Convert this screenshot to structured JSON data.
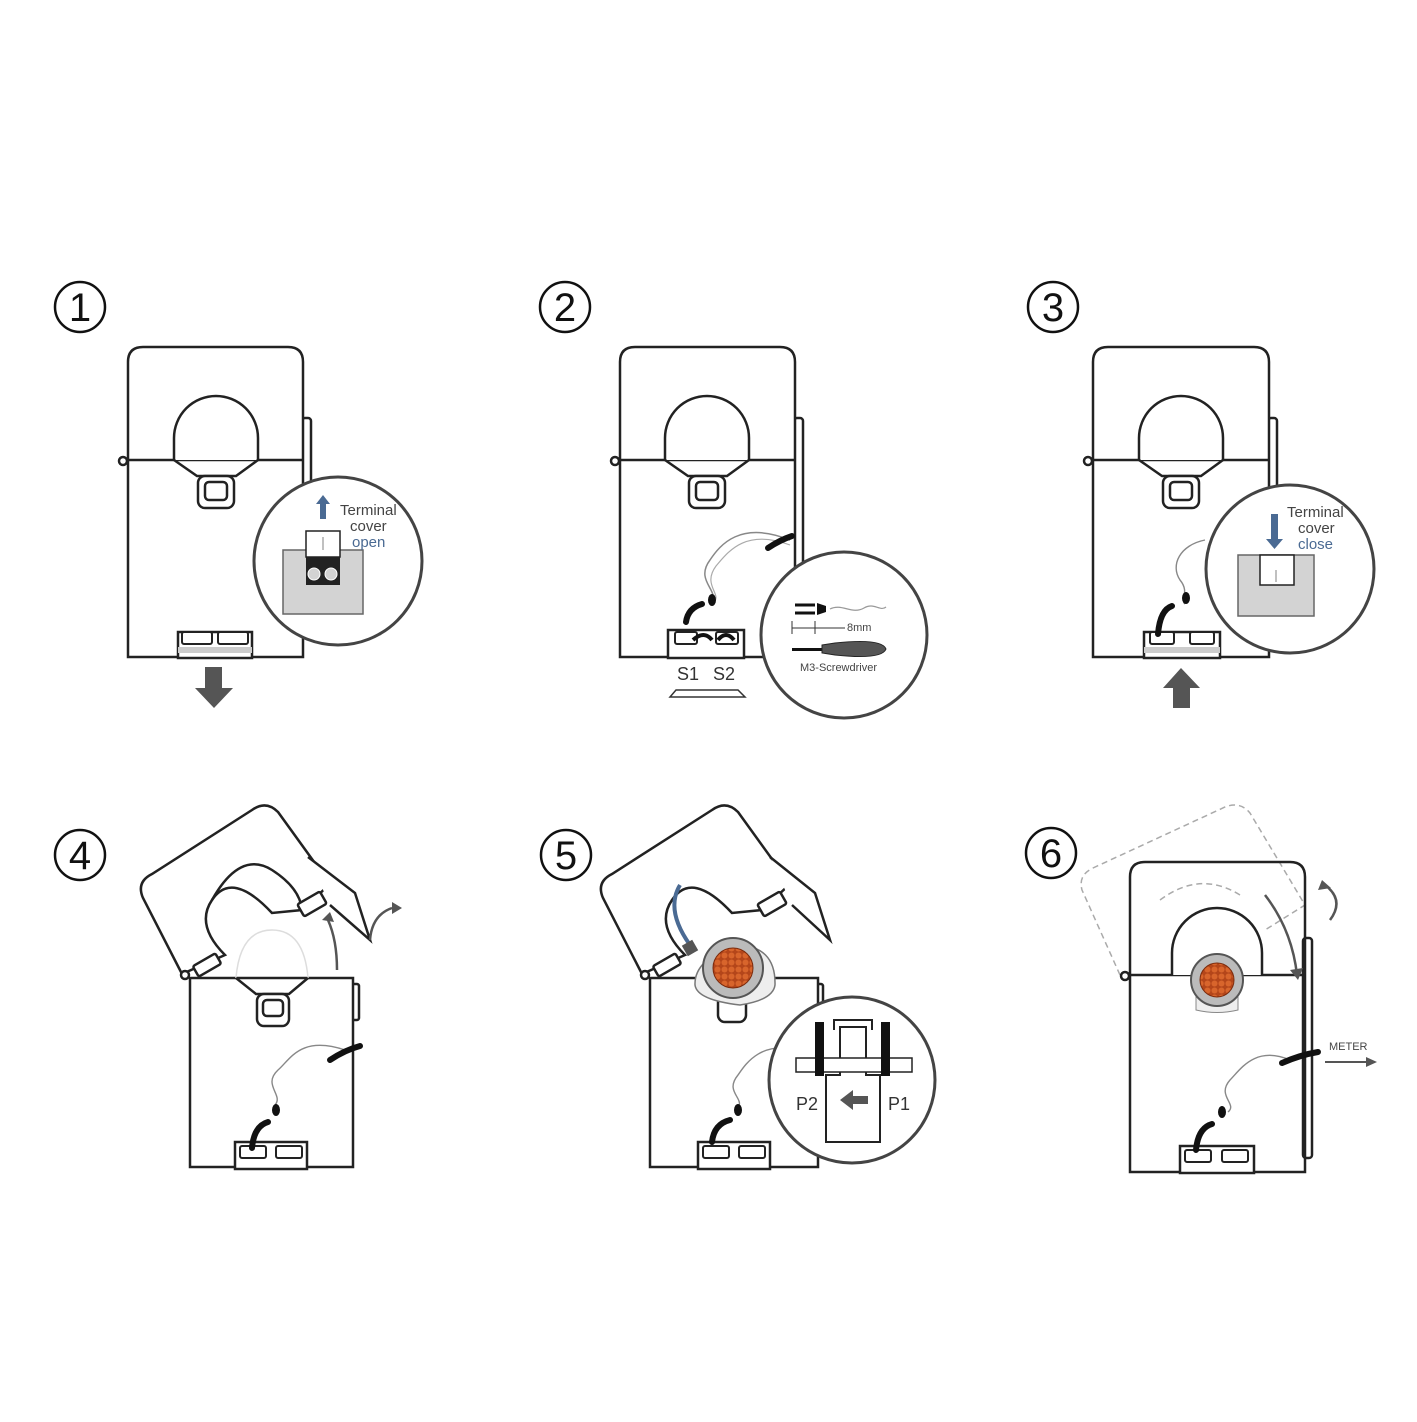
{
  "colors": {
    "accent": "#4a6a93",
    "arrow": "#555555",
    "copper": "#c8551f",
    "grey_panel": "#d3d3d3",
    "outline": "#222222"
  },
  "steps": [
    {
      "number": "1",
      "terminal": "Terminal",
      "cover": "cover",
      "state": "open"
    },
    {
      "number": "2",
      "s1": "S1",
      "s2": "S2",
      "strip": "8mm",
      "tool": "M3-Screwdriver"
    },
    {
      "number": "3",
      "terminal": "Terminal",
      "cover": "cover",
      "state": "close"
    },
    {
      "number": "4"
    },
    {
      "number": "5",
      "p2": "P2",
      "p1": "P1"
    },
    {
      "number": "6",
      "meter": "METER"
    }
  ]
}
